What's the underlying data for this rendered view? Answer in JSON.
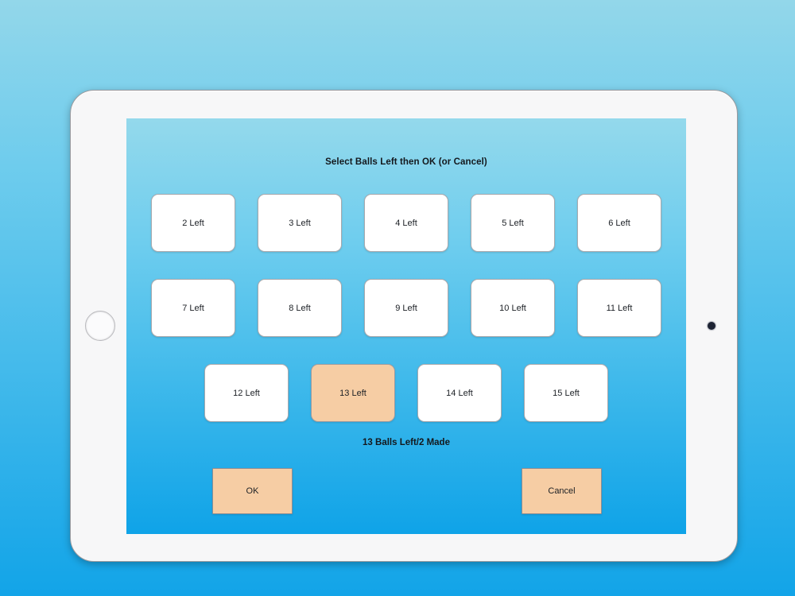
{
  "device": {
    "type": "tablet",
    "orientation": "landscape",
    "home_button": "home-button",
    "camera": "front-camera"
  },
  "screen": {
    "prompt_title": "Select Balls Left then OK (or Cancel)",
    "status_text": "13 Balls Left/2 Made",
    "selected_value": "13 Left",
    "ball_rows": [
      [
        {
          "label": "2 Left",
          "selected": false
        },
        {
          "label": "3 Left",
          "selected": false
        },
        {
          "label": "4 Left",
          "selected": false
        },
        {
          "label": "5 Left",
          "selected": false
        },
        {
          "label": "6 Left",
          "selected": false
        }
      ],
      [
        {
          "label": "7 Left",
          "selected": false
        },
        {
          "label": "8 Left",
          "selected": false
        },
        {
          "label": "9 Left",
          "selected": false
        },
        {
          "label": "10 Left",
          "selected": false
        },
        {
          "label": "11 Left",
          "selected": false
        }
      ],
      [
        {
          "label": "12 Left",
          "selected": false
        },
        {
          "label": "13 Left",
          "selected": true
        },
        {
          "label": "14 Left",
          "selected": false
        },
        {
          "label": "15 Left",
          "selected": false
        }
      ]
    ],
    "actions": {
      "ok_label": "OK",
      "cancel_label": "Cancel"
    }
  },
  "colors": {
    "screen_gradient_top": "#94d9ec",
    "screen_gradient_bottom": "#0fa3e8",
    "page_gradient_top": "#93d7ea",
    "page_gradient_bottom": "#12a4e8",
    "selected_fill": "#f6cda4",
    "button_fill": "#ffffff",
    "button_border": "#a9a9ad",
    "text": "#14181d",
    "device_body": "#f7f7f8"
  }
}
